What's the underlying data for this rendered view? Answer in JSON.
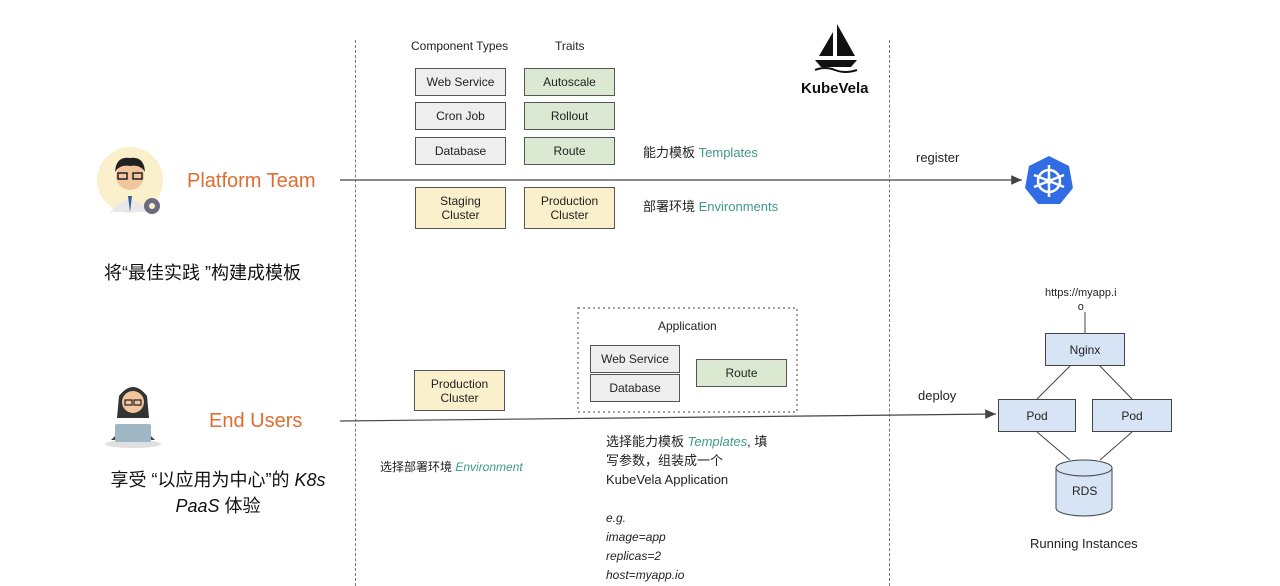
{
  "headers": {
    "component_types": "Component Types",
    "traits": "Traits"
  },
  "components": [
    "Web Service",
    "Cron Job",
    "Database"
  ],
  "traits": [
    "Autoscale",
    "Rollout",
    "Route"
  ],
  "templates_label": {
    "cn": "能力模板",
    "en": "Templates"
  },
  "envs": [
    "Staging\nCluster",
    "Production\nCluster"
  ],
  "envs_label": {
    "cn": "部署环境",
    "en": "Environments"
  },
  "logo": {
    "text": "KubeVela",
    "icon": "sailboat-icon"
  },
  "platform": {
    "title": "Platform Team",
    "subtitle": "将“最佳实践 ”构建成模板"
  },
  "end_users": {
    "title": "End Users",
    "subtitle_1": "享受 “以应用为中心”的 ",
    "subtitle_k8s": "K8s",
    "subtitle_paas": "PaaS",
    "subtitle_2": " 体验"
  },
  "register_label": "register",
  "deploy_label": "deploy",
  "application": {
    "title": "Application",
    "web_service": "Web Service",
    "database": "Database",
    "route": "Route"
  },
  "user_env": "Production\nCluster",
  "select_env": {
    "cn": "选择部署环境 ",
    "en": "Environment"
  },
  "select_tpl": {
    "cn1": "选择能力模板 ",
    "en": "Templates",
    "cn2": ", 填",
    "line2": "写参数，组装成一个",
    "line3": "KubeVela Application"
  },
  "example": [
    "e.g.",
    "image=app",
    "replicas=2",
    "host=myapp.io"
  ],
  "running": {
    "url_1": "https://myapp.i",
    "url_2": "o",
    "nginx": "Nginx",
    "pod": "Pod",
    "rds": "RDS",
    "label": "Running Instances"
  },
  "colors": {
    "orange": "#e06d2f",
    "teal": "#3d9a86",
    "k8s_blue": "#326ce5"
  }
}
